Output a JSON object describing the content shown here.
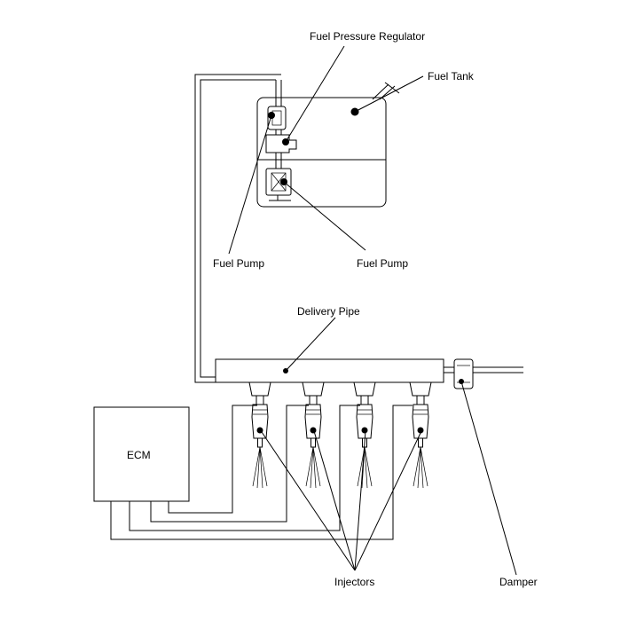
{
  "labels": {
    "fuel_pressure_regulator": "Fuel Pressure Regulator",
    "fuel_tank": "Fuel Tank",
    "fuel_pump_left": "Fuel Pump",
    "fuel_pump_right": "Fuel Pump",
    "delivery_pipe": "Delivery Pipe",
    "ecm": "ECM",
    "injectors": "Injectors",
    "damper": "Damper"
  }
}
